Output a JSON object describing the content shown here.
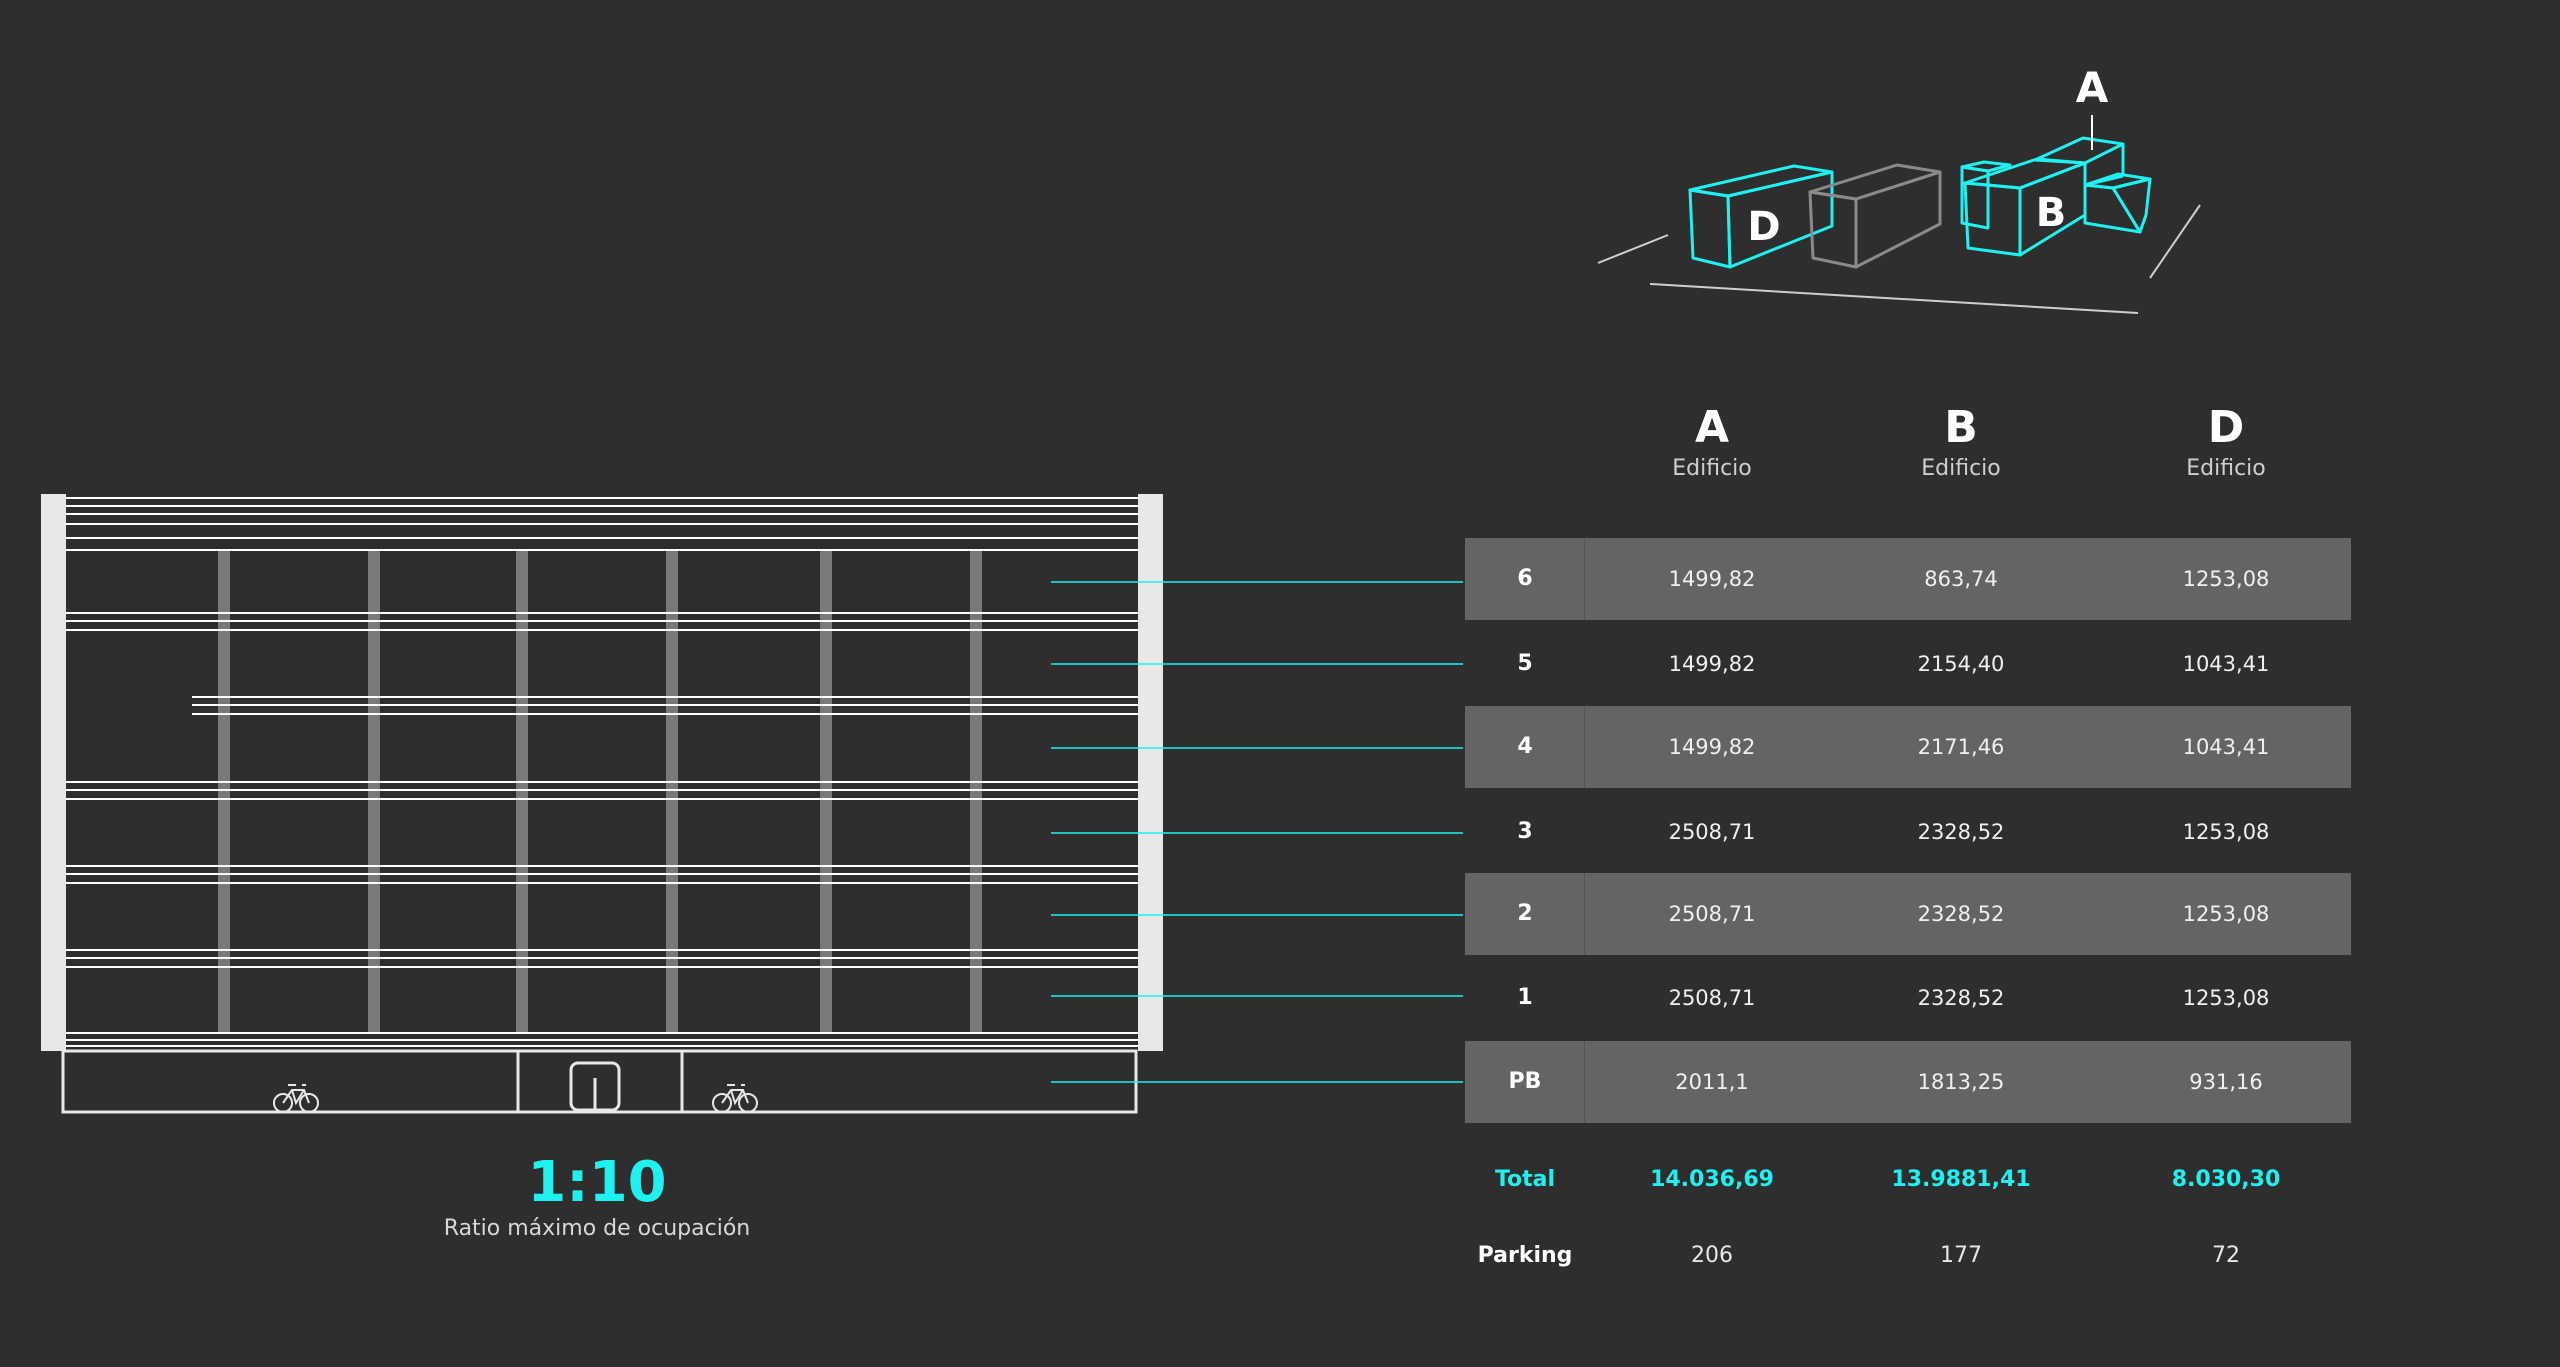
{
  "axonometric": {
    "label_a": "A",
    "label_b": "B",
    "label_d": "D",
    "highlight_color": "#1ff0f0",
    "neutral_color": "#8a8a8a"
  },
  "columns": [
    {
      "letter": "A",
      "subtitle": "Edificio"
    },
    {
      "letter": "B",
      "subtitle": "Edificio"
    },
    {
      "letter": "D",
      "subtitle": "Edificio"
    }
  ],
  "floors": [
    {
      "floor": "6",
      "a": "1499,82",
      "b": "863,74",
      "d": "1253,08",
      "shaded": true
    },
    {
      "floor": "5",
      "a": "1499,82",
      "b": "2154,40",
      "d": "1043,41",
      "shaded": false
    },
    {
      "floor": "4",
      "a": "1499,82",
      "b": "2171,46",
      "d": "1043,41",
      "shaded": true
    },
    {
      "floor": "3",
      "a": "2508,71",
      "b": "2328,52",
      "d": "1253,08",
      "shaded": false
    },
    {
      "floor": "2",
      "a": "2508,71",
      "b": "2328,52",
      "d": "1253,08",
      "shaded": true
    },
    {
      "floor": "1",
      "a": "2508,71",
      "b": "2328,52",
      "d": "1253,08",
      "shaded": false
    },
    {
      "floor": "PB",
      "a": "2011,1",
      "b": "1813,25",
      "d": "931,16",
      "shaded": true
    }
  ],
  "total": {
    "label": "Total",
    "a": "14.036,69",
    "b": "13.9881,41",
    "d": "8.030,30"
  },
  "parking": {
    "label": "Parking",
    "a": "206",
    "b": "177",
    "d": "72"
  },
  "ratio": {
    "value": "1:10",
    "caption": "Ratio máximo de ocupación"
  },
  "colors": {
    "background": "#2e2e2e",
    "accent": "#1ff0f0",
    "row_shade": "#646464",
    "line": "#ffffff"
  },
  "icons": [
    "bicycle-icon",
    "bicycle-icon",
    "elevator-door-icon"
  ]
}
